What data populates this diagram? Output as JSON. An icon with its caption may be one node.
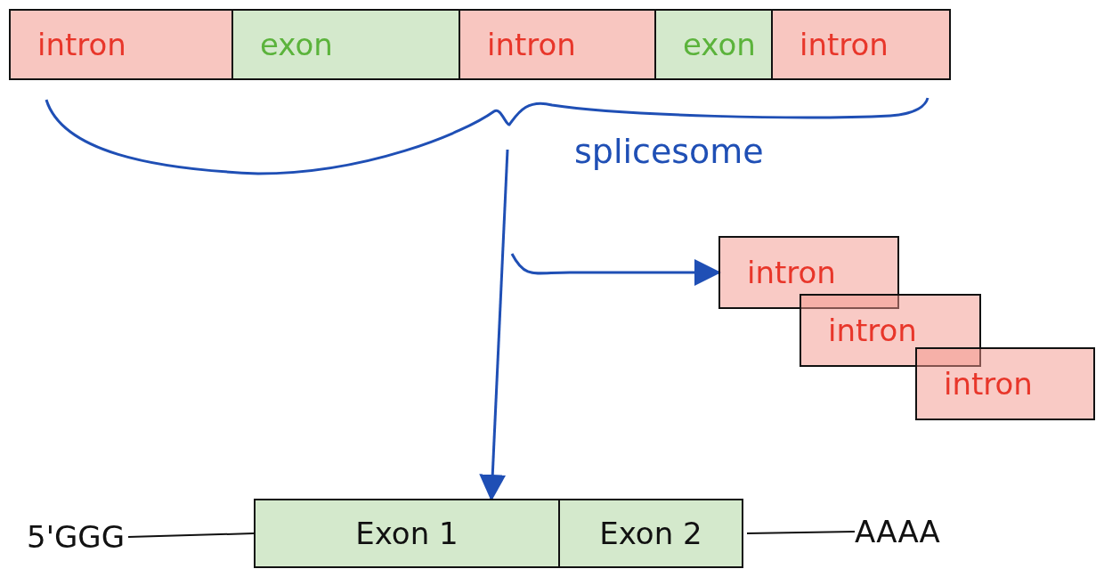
{
  "diagram": {
    "nodes": [
      {
        "text": [
          "intron"
        ]
      },
      {
        "text": [
          "exon"
        ]
      },
      {
        "text": [
          "intron"
        ]
      },
      {
        "text": [
          "exon"
        ]
      },
      {
        "text": [
          "intron"
        ]
      },
      {
        "text": [
          "intron"
        ]
      },
      {
        "text": [
          "intron"
        ]
      },
      {
        "text": [
          "intron"
        ]
      },
      {
        "text": [
          "5'GGG"
        ]
      },
      {
        "text": [
          "Exon 1"
        ]
      },
      {
        "text": [
          "Exon 2"
        ]
      },
      {
        "text": [
          "AAAA"
        ]
      }
    ],
    "edges": [
      {
        "from": null,
        "to": 9,
        "arrow": "to",
        "color": "#1f4fb5"
      },
      {
        "from": null,
        "to": 5,
        "arrow": "to",
        "color": "#1f4fb5"
      },
      {
        "from": 8,
        "to": 9,
        "arrow": "none",
        "color": "#111111"
      },
      {
        "from": 10,
        "to": 11,
        "arrow": "none",
        "color": "#111111"
      }
    ],
    "labels": [
      "splicesome"
    ]
  }
}
